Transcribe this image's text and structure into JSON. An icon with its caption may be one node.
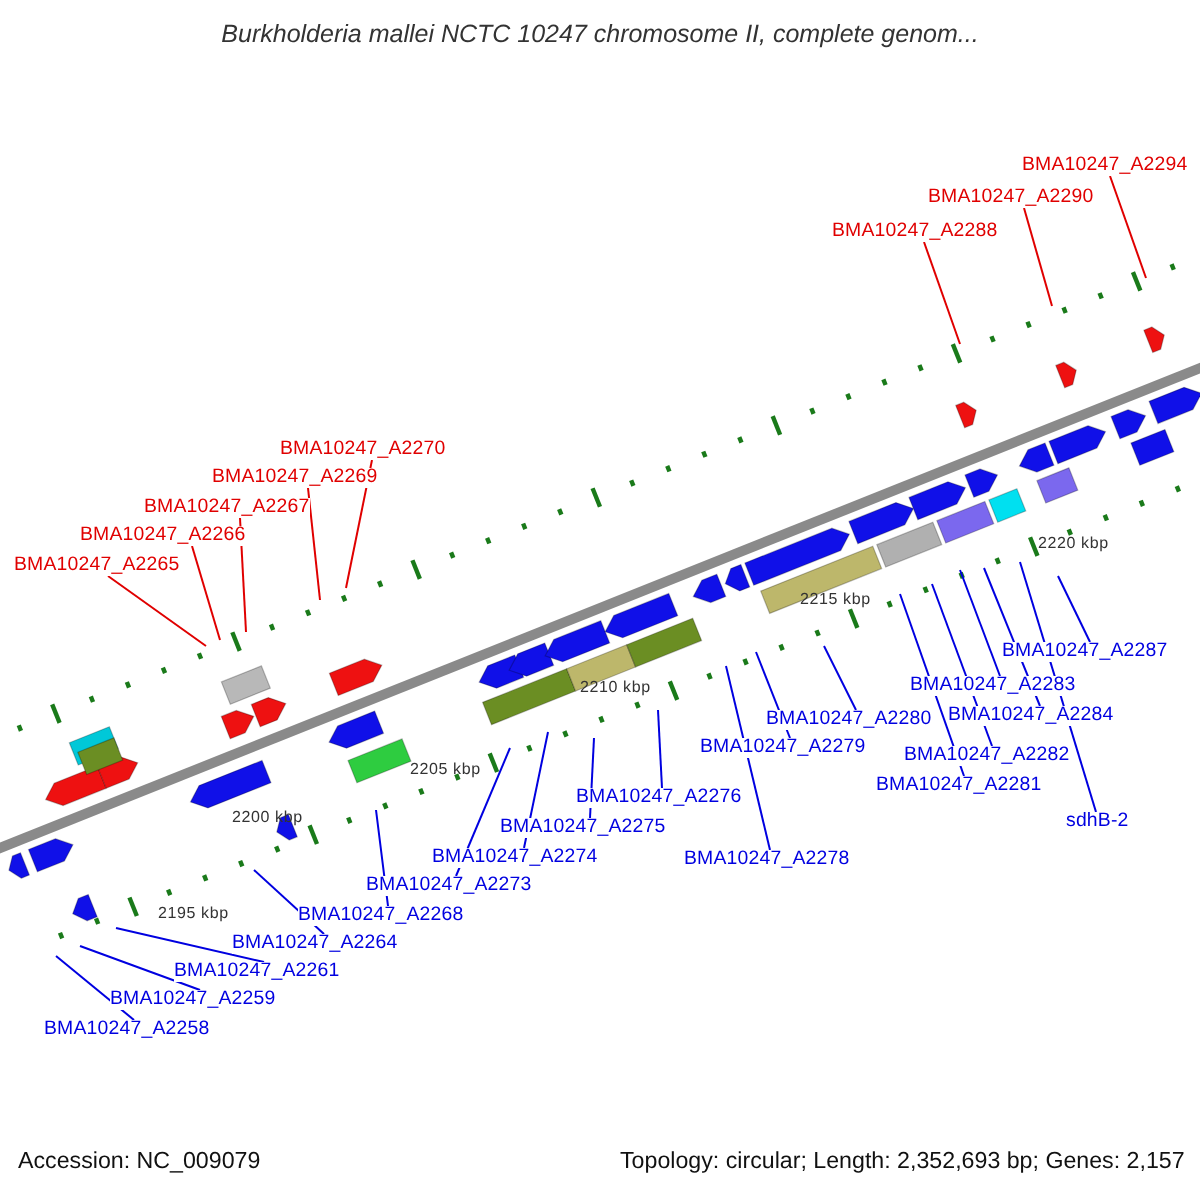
{
  "diagram": {
    "title": "Burkholderia mallei NCTC 10247 chromosome II, complete genom...",
    "nodes": [
      {
        "text": [
          "BMA10247_A2294"
        ]
      },
      {
        "text": [
          "BMA10247_A2290"
        ]
      },
      {
        "text": [
          "BMA10247_A2288"
        ]
      },
      {
        "text": [
          "BMA10247_A2270"
        ]
      },
      {
        "text": [
          "BMA10247_A2269"
        ]
      },
      {
        "text": [
          "BMA10247_A2267"
        ]
      },
      {
        "text": [
          "BMA10247_A2266"
        ]
      },
      {
        "text": [
          "BMA10247_A2265"
        ]
      },
      {
        "text": [
          "BMA10247_A2287"
        ]
      },
      {
        "text": [
          "BMA10247_A2283"
        ]
      },
      {
        "text": [
          "BMA10247_A2284"
        ]
      },
      {
        "text": [
          "BMA10247_A2280"
        ]
      },
      {
        "text": [
          "BMA10247_A2279"
        ]
      },
      {
        "text": [
          "BMA10247_A2282"
        ]
      },
      {
        "text": [
          "BMA10247_A2281"
        ]
      },
      {
        "text": [
          "BMA10247_A2276"
        ]
      },
      {
        "text": [
          "sdhB-2"
        ]
      },
      {
        "text": [
          "BMA10247_A2275"
        ]
      },
      {
        "text": [
          "BMA10247_A2274"
        ]
      },
      {
        "text": [
          "BMA10247_A2278"
        ]
      },
      {
        "text": [
          "BMA10247_A2273"
        ]
      },
      {
        "text": [
          "BMA10247_A2268"
        ]
      },
      {
        "text": [
          "BMA10247_A2264"
        ]
      },
      {
        "text": [
          "BMA10247_A2261"
        ]
      },
      {
        "text": [
          "BMA10247_A2259"
        ]
      },
      {
        "text": [
          "BMA10247_A2258"
        ]
      }
    ],
    "edges": [
      {
        "from": 0,
        "to": null,
        "arrow": "none",
        "color": "#e00000"
      },
      {
        "from": 1,
        "to": null,
        "arrow": "none",
        "color": "#e00000"
      },
      {
        "from": 2,
        "to": null,
        "arrow": "none",
        "color": "#e00000"
      },
      {
        "from": 3,
        "to": null,
        "arrow": "none",
        "color": "#e00000"
      },
      {
        "from": 4,
        "to": null,
        "arrow": "none",
        "color": "#e00000"
      },
      {
        "from": 5,
        "to": null,
        "arrow": "none",
        "color": "#e00000"
      },
      {
        "from": 6,
        "to": null,
        "arrow": "none",
        "color": "#e00000"
      },
      {
        "from": 7,
        "to": null,
        "arrow": "none",
        "color": "#e00000"
      },
      {
        "from": 8,
        "to": null,
        "arrow": "none"
      },
      {
        "from": 9,
        "to": null,
        "arrow": "none"
      },
      {
        "from": 10,
        "to": null,
        "arrow": "none"
      },
      {
        "from": 11,
        "to": null,
        "arrow": "none"
      },
      {
        "from": 12,
        "to": null,
        "arrow": "none"
      },
      {
        "from": 13,
        "to": null,
        "arrow": "none"
      },
      {
        "from": 14,
        "to": null,
        "arrow": "none"
      },
      {
        "from": 15,
        "to": null,
        "arrow": "none"
      },
      {
        "from": 16,
        "to": null,
        "arrow": "none"
      },
      {
        "from": 17,
        "to": null,
        "arrow": "none"
      },
      {
        "from": 18,
        "to": null,
        "arrow": "none"
      },
      {
        "from": 19,
        "to": null,
        "arrow": "none"
      },
      {
        "from": 20,
        "to": null,
        "arrow": "none"
      },
      {
        "from": 21,
        "to": null,
        "arrow": "none"
      },
      {
        "from": 22,
        "to": null,
        "arrow": "none"
      },
      {
        "from": 23,
        "to": null,
        "arrow": "none"
      },
      {
        "from": 24,
        "to": null,
        "arrow": "none"
      },
      {
        "from": 25,
        "to": null,
        "arrow": "none"
      }
    ],
    "labels": [
      "2220 kbp",
      "2215 kbp",
      "2210 kbp",
      "2205 kbp",
      "2200 kbp",
      "2195 kbp",
      "Accession: NC_009079",
      "Topology: circular; Length: 2,352,693 bp; Genes: 2,157"
    ]
  }
}
